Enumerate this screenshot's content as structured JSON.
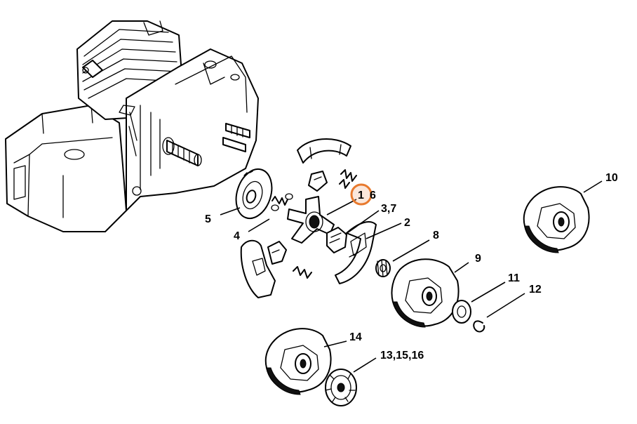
{
  "callouts": [
    {
      "id": "1",
      "label": "1",
      "highlighted": true
    },
    {
      "id": "6",
      "label": "6"
    },
    {
      "id": "3-7",
      "label": "3,7"
    },
    {
      "id": "2",
      "label": "2"
    },
    {
      "id": "5",
      "label": "5"
    },
    {
      "id": "4",
      "label": "4"
    },
    {
      "id": "8",
      "label": "8"
    },
    {
      "id": "9",
      "label": "9"
    },
    {
      "id": "10",
      "label": "10"
    },
    {
      "id": "11",
      "label": "11"
    },
    {
      "id": "12",
      "label": "12"
    },
    {
      "id": "14",
      "label": "14"
    },
    {
      "id": "13-15-16",
      "label": "13,15,16"
    }
  ],
  "colors": {
    "highlight": "#e87a2e",
    "line": "#000000",
    "background": "#ffffff"
  }
}
